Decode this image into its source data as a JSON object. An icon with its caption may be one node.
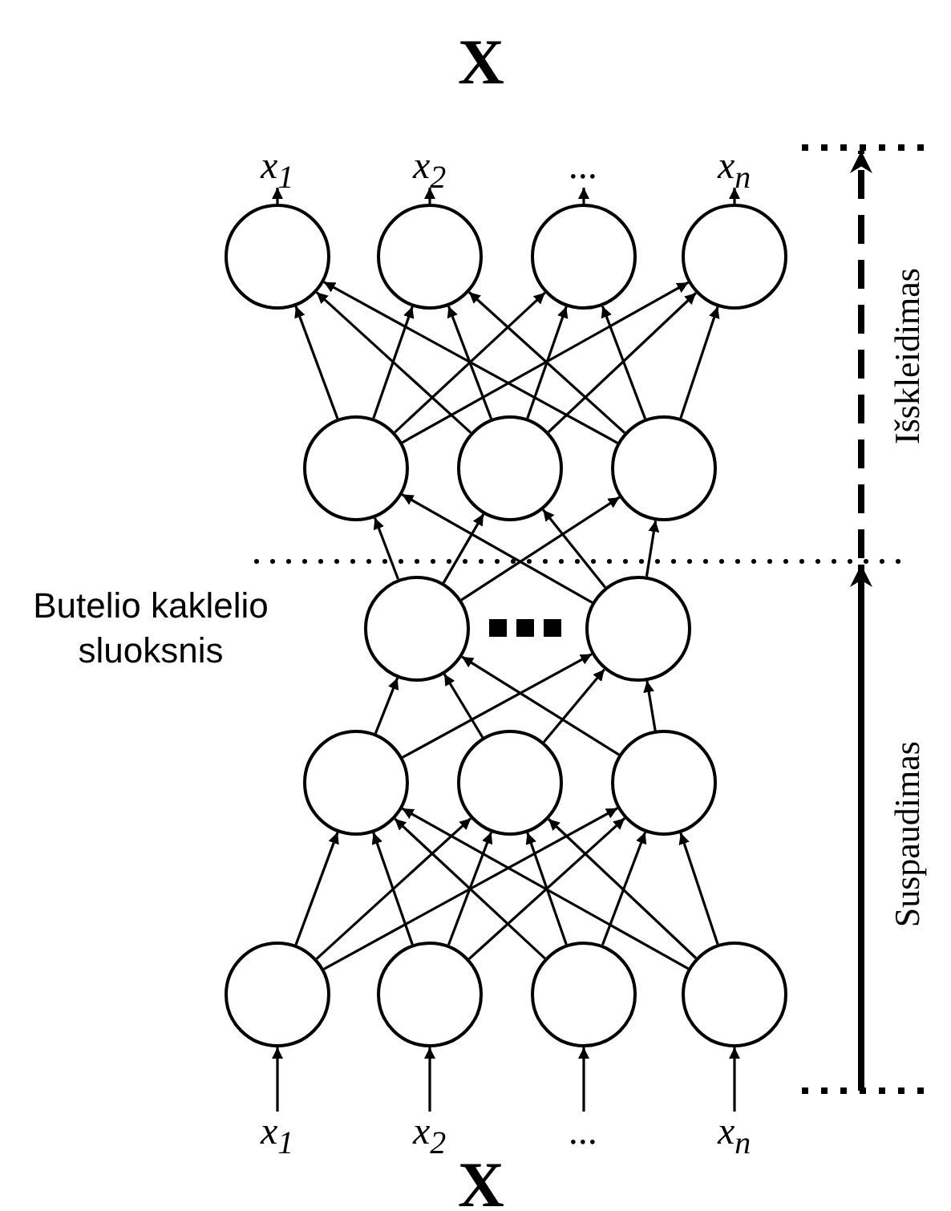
{
  "diagram": {
    "nodes": [
      {
        "text": [
          "x$_{1}$"
        ]
      },
      {
        "text": [
          "x$_{2}$"
        ]
      },
      {
        "text": [
          "..."
        ]
      },
      {
        "text": [
          "x$_{n}$"
        ]
      },
      {
        "text": [],
        "shape": "circle"
      },
      {
        "text": [],
        "shape": "circle"
      },
      {
        "text": [],
        "shape": "circle"
      },
      {
        "text": [],
        "shape": "circle"
      },
      {
        "text": [],
        "shape": "circle"
      },
      {
        "text": [],
        "shape": "circle"
      },
      {
        "text": [],
        "shape": "circle"
      },
      {
        "text": [],
        "shape": "circle"
      },
      {
        "text": [],
        "shape": "circle"
      },
      {
        "text": [],
        "shape": "circle"
      },
      {
        "text": [],
        "shape": "circle"
      },
      {
        "text": [],
        "shape": "circle"
      },
      {
        "text": [],
        "shape": "circle"
      },
      {
        "text": [],
        "shape": "circle"
      },
      {
        "text": [],
        "shape": "circle"
      },
      {
        "text": [],
        "shape": "circle"
      },
      {
        "text": [
          "x$_{1}$"
        ]
      },
      {
        "text": [
          "x$_{2}$"
        ]
      },
      {
        "text": [
          "..."
        ]
      },
      {
        "text": [
          "x$_{n}$"
        ]
      }
    ],
    "edges": [
      {
        "from": 20,
        "to": 16,
        "arrow": "to"
      },
      {
        "from": 21,
        "to": 17,
        "arrow": "to"
      },
      {
        "from": 22,
        "to": 18,
        "arrow": "to"
      },
      {
        "from": 23,
        "to": 19,
        "arrow": "to"
      },
      {
        "from": 16,
        "to": 13,
        "arrow": "to"
      },
      {
        "from": 16,
        "to": 14,
        "arrow": "to"
      },
      {
        "from": 16,
        "to": 15,
        "arrow": "to"
      },
      {
        "from": 17,
        "to": 13,
        "arrow": "to"
      },
      {
        "from": 17,
        "to": 14,
        "arrow": "to"
      },
      {
        "from": 17,
        "to": 15,
        "arrow": "to"
      },
      {
        "from": 18,
        "to": 13,
        "arrow": "to"
      },
      {
        "from": 18,
        "to": 14,
        "arrow": "to"
      },
      {
        "from": 18,
        "to": 15,
        "arrow": "to"
      },
      {
        "from": 19,
        "to": 13,
        "arrow": "to"
      },
      {
        "from": 19,
        "to": 14,
        "arrow": "to"
      },
      {
        "from": 19,
        "to": 15,
        "arrow": "to"
      },
      {
        "from": 13,
        "to": 11,
        "arrow": "to"
      },
      {
        "from": 13,
        "to": 12,
        "arrow": "to"
      },
      {
        "from": 14,
        "to": 11,
        "arrow": "to"
      },
      {
        "from": 14,
        "to": 12,
        "arrow": "to"
      },
      {
        "from": 15,
        "to": 11,
        "arrow": "to"
      },
      {
        "from": 15,
        "to": 12,
        "arrow": "to"
      },
      {
        "from": 11,
        "to": 8,
        "arrow": "to"
      },
      {
        "from": 11,
        "to": 9,
        "arrow": "to"
      },
      {
        "from": 11,
        "to": 10,
        "arrow": "to"
      },
      {
        "from": 12,
        "to": 8,
        "arrow": "to"
      },
      {
        "from": 12,
        "to": 9,
        "arrow": "to"
      },
      {
        "from": 12,
        "to": 10,
        "arrow": "to"
      },
      {
        "from": 8,
        "to": 4,
        "arrow": "to"
      },
      {
        "from": 8,
        "to": 5,
        "arrow": "to"
      },
      {
        "from": 8,
        "to": 6,
        "arrow": "to"
      },
      {
        "from": 8,
        "to": 7,
        "arrow": "to"
      },
      {
        "from": 9,
        "to": 4,
        "arrow": "to"
      },
      {
        "from": 9,
        "to": 5,
        "arrow": "to"
      },
      {
        "from": 9,
        "to": 6,
        "arrow": "to"
      },
      {
        "from": 9,
        "to": 7,
        "arrow": "to"
      },
      {
        "from": 10,
        "to": 4,
        "arrow": "to"
      },
      {
        "from": 10,
        "to": 5,
        "arrow": "to"
      },
      {
        "from": 10,
        "to": 6,
        "arrow": "to"
      },
      {
        "from": 10,
        "to": 7,
        "arrow": "to"
      },
      {
        "from": 4,
        "to": 0,
        "arrow": "to"
      },
      {
        "from": 5,
        "to": 1,
        "arrow": "to"
      },
      {
        "from": 6,
        "to": 2,
        "arrow": "to"
      },
      {
        "from": 7,
        "to": 3,
        "arrow": "to"
      }
    ],
    "labels": [
      "X",
      "Išskleidimas",
      "Butelio kaklelio sluoksnis",
      "Suspaudimas",
      "X"
    ]
  }
}
